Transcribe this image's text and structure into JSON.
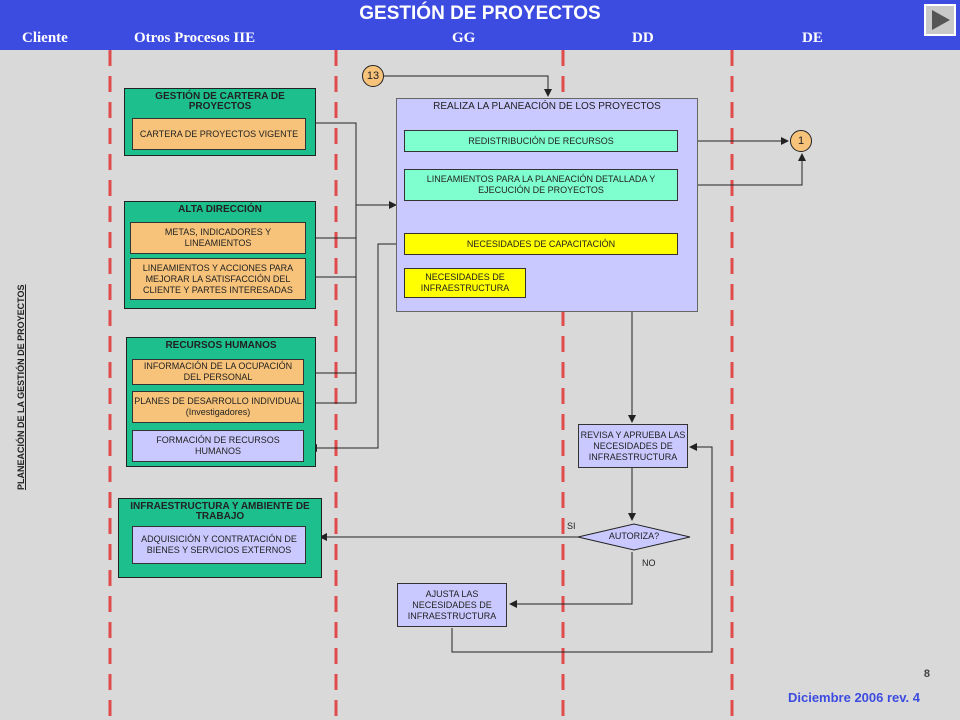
{
  "header": {
    "title": "GESTIÓN DE PROYECTOS",
    "lanes": [
      "Cliente",
      "Otros Procesos IIE",
      "GG",
      "DD",
      "DE"
    ]
  },
  "side_label": "PLANEACIÓN DE LA GESTIÓN DE PROYECTOS",
  "groups": {
    "cartera": {
      "title": "GESTIÓN DE CARTERA DE PROYECTOS",
      "items": [
        "CARTERA DE PROYECTOS VIGENTE"
      ]
    },
    "alta": {
      "title": "ALTA DIRECCIÓN",
      "items": [
        "METAS, INDICADORES Y LINEAMIENTOS",
        "LINEAMIENTOS Y ACCIONES PARA MEJORAR LA SATISFACCIÓN DEL CLIENTE Y PARTES INTERESADAS"
      ]
    },
    "rrhh": {
      "title": "RECURSOS HUMANOS",
      "items": [
        "INFORMACIÓN DE LA OCUPACIÓN DEL PERSONAL",
        "PLANES DE DESARROLLO INDIVIDUAL (Investigadores)",
        "FORMACIÓN DE RECURSOS HUMANOS"
      ]
    },
    "infra": {
      "title": "INFRAESTRUCTURA Y AMBIENTE DE TRABAJO",
      "items": [
        "ADQUISICIÓN Y CONTRATACIÓN DE BIENES Y SERVICIOS EXTERNOS"
      ]
    }
  },
  "planeacion": {
    "title": "REALIZA LA PLANEACIÓN DE LOS PROYECTOS",
    "items": [
      "REDISTRIBUCIÓN DE RECURSOS",
      "LINEAMIENTOS PARA LA PLANEACIÓN DETALLADA Y EJECUCIÓN DE PROYECTOS",
      "NECESIDADES DE CAPACITACIÓN",
      "NECESIDADES DE INFRAESTRUCTURA"
    ]
  },
  "connectors": {
    "in": "13",
    "out": "1"
  },
  "revisa": "REVISA Y APRUEBA LAS NECESIDADES DE INFRAESTRUCTURA",
  "decision": {
    "label": "AUTORIZA?",
    "yes": "SI",
    "no": "NO"
  },
  "ajusta": "AJUSTA LAS NECESIDADES DE INFRAESTRUCTURA",
  "footer": {
    "page": "8",
    "date": "Diciembre 2006  rev. 4"
  },
  "colors": {
    "header": "#3d4ce0",
    "group": "#1dbf8c",
    "lane_divider": "#e04c4c"
  }
}
